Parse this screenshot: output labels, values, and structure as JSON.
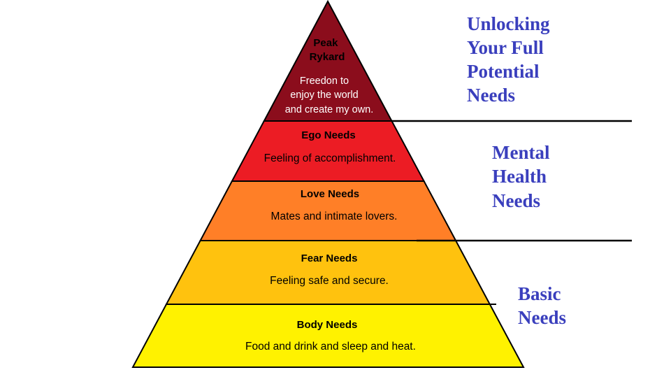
{
  "levels": [
    {
      "title_lines": [
        "Peak",
        "Rykard"
      ],
      "description_lines": [
        "Freedon to",
        "enjoy the world",
        "and create my own."
      ],
      "color": "#8b0d1c",
      "title_color": "#000000",
      "description_color": "#ffffff"
    },
    {
      "title_lines": [
        "Ego Needs"
      ],
      "description_lines": [
        "Feeling of accomplishment."
      ],
      "color": "#ec1c24"
    },
    {
      "title_lines": [
        "Love Needs"
      ],
      "description_lines": [
        "Mates and intimate lovers."
      ],
      "color": "#ff7f27"
    },
    {
      "title_lines": [
        "Fear Needs"
      ],
      "description_lines": [
        "Feeling safe and secure."
      ],
      "color": "#ffc20e"
    },
    {
      "title_lines": [
        "Body Needs"
      ],
      "description_lines": [
        "Food and drink and sleep and heat."
      ],
      "color": "#fff200"
    }
  ],
  "groups": [
    {
      "lines": [
        "Unlocking",
        "Your Full",
        "Potential",
        "Needs"
      ]
    },
    {
      "lines": [
        "Mental",
        "Health",
        "Needs"
      ]
    },
    {
      "lines": [
        "Basic",
        "Needs"
      ]
    }
  ],
  "colors": {
    "group_label": "#3a3fbd",
    "outline": "#000000"
  }
}
